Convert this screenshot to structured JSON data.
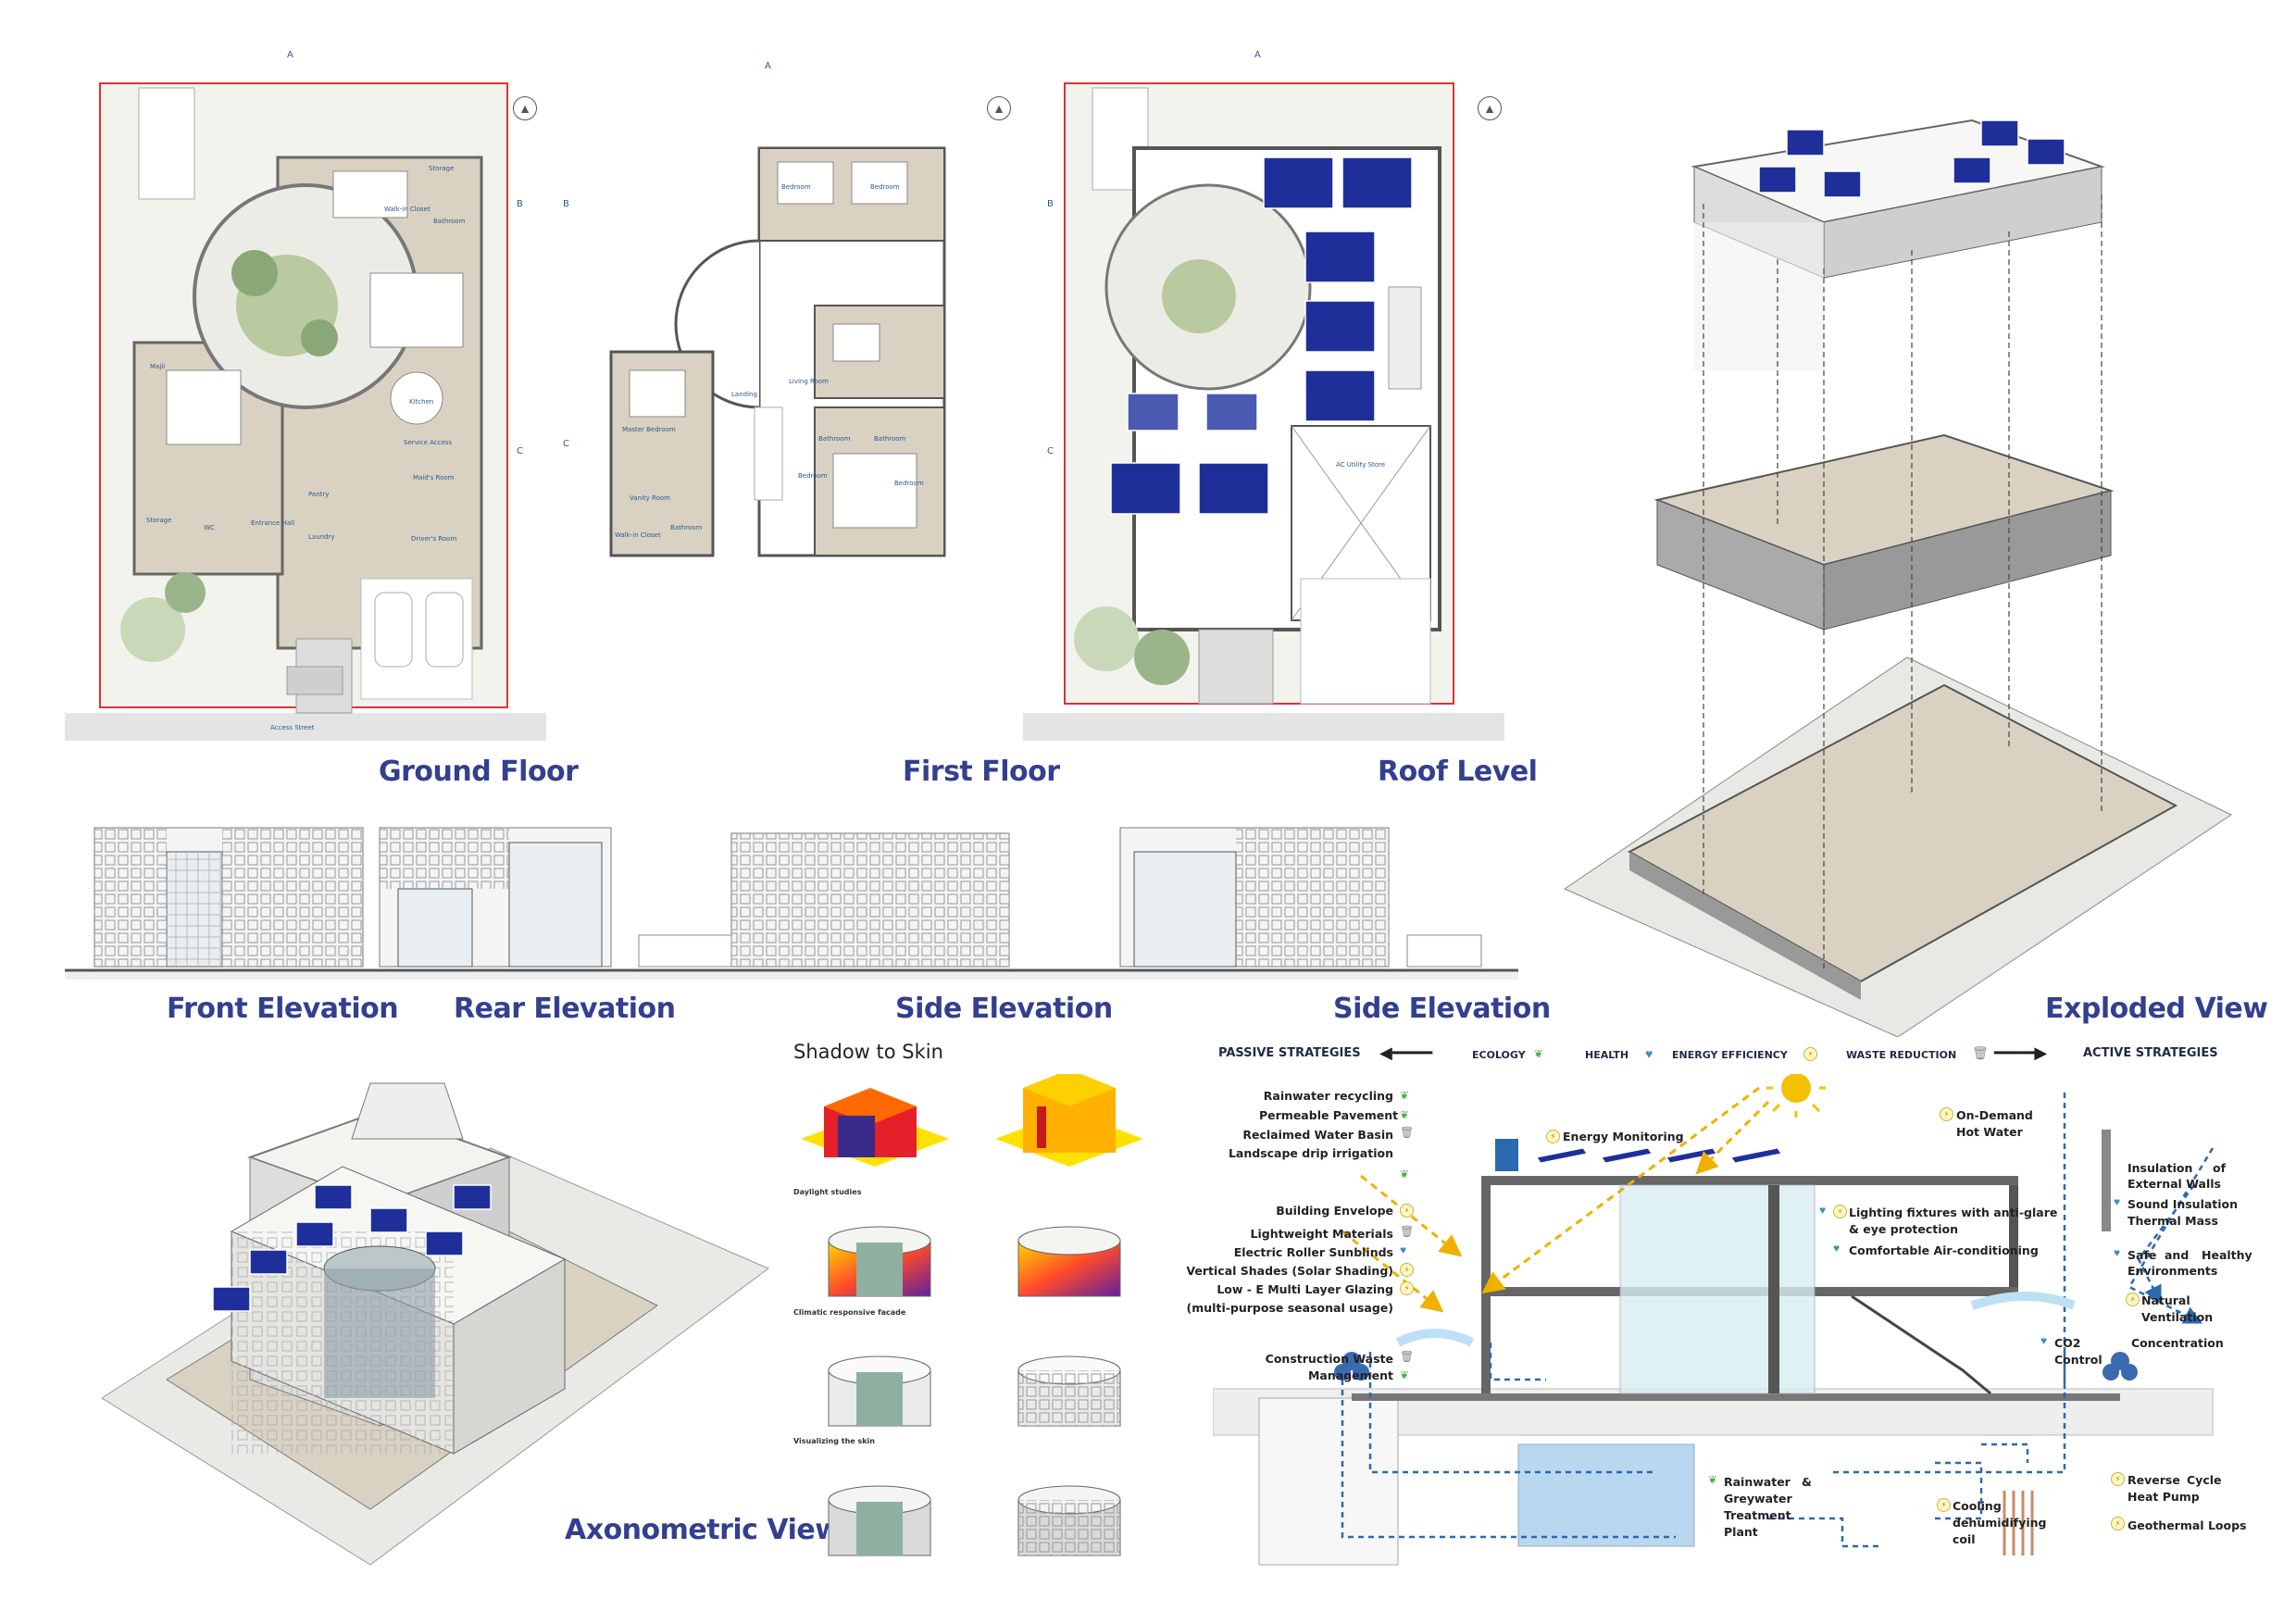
{
  "titles": {
    "ground_floor": "Ground Floor",
    "first_floor": "First Floor",
    "roof_level": "Roof Level",
    "front_elevation": "Front Elevation",
    "rear_elevation": "Rear Elevation",
    "side_elevation_1": "Side Elevation",
    "side_elevation_2": "Side Elevation",
    "exploded_view": "Exploded View",
    "axonometric_view": "Axonometric View",
    "shadow_to_skin": "Shadow to Skin"
  },
  "skin_captions": {
    "daylight": "Daylight studies",
    "climatic": "Climatic responsive facade",
    "visualizing": "Visualizing the skin"
  },
  "ground_rooms": {
    "storage1": "Storage",
    "walkin": "Walk-in Closet",
    "bathroom": "Bathroom",
    "majli": "Majli",
    "kitchen": "Kitchen",
    "service": "Service Access",
    "maid": "Maid's Room",
    "driver": "Driver's Room",
    "storage2": "Storage",
    "wc": "WC",
    "pantry": "Pantry",
    "laundry": "Laundry",
    "entrance": "Entrance Hall",
    "street": "Access Street"
  },
  "first_rooms": {
    "bed1": "Bedroom",
    "bed2": "Bedroom",
    "living": "Living Room",
    "landing": "Landing",
    "master": "Master Bedroom",
    "bath1": "Bathroom",
    "bath2": "Bathroom",
    "bed3": "Bedroom",
    "bed4": "Bedroom",
    "vanity": "Vanity Room",
    "walkin": "Walk-in Closet",
    "bath3": "Bathroom"
  },
  "roof_rooms": {
    "ac": "AC Utility Store"
  },
  "section_marks": {
    "a": "A",
    "b": "B",
    "c": "C"
  },
  "strategy_bar": {
    "passive": "PASSIVE STRATEGIES",
    "ecology": "ECOLOGY",
    "health": "HEALTH",
    "energy": "ENERGY EFFICIENCY",
    "waste": "WASTE REDUCTION",
    "active": "ACTIVE STRATEGIES"
  },
  "passive_list": {
    "rain": "Rainwater recycling",
    "pave": "Permeable Pavement",
    "basin": "Reclaimed Water Basin",
    "drip": "Landscape drip irrigation",
    "envelope": "Building Envelope",
    "light_mat": "Lightweight Materials",
    "roller": "Electric Roller Sunblinds",
    "vshade": "Vertical Shades (Solar Shading)",
    "lowe": "Low - E Multi Layer Glazing",
    "multi": "(multi-purpose seasonal usage)",
    "waste1": "Construction Waste",
    "waste2": "Management"
  },
  "active_list": {
    "monitor": "Energy Monitoring",
    "hot1": "On-Demand",
    "hot2": "Hot Water",
    "light1": "Lighting fixtures with anti-glare",
    "light2": "& eye protection",
    "aircon": "Comfortable Air-conditioning",
    "ins1": "Insulation",
    "ins_of": "of",
    "ins2": "External Walls",
    "sound": "Sound Insulation",
    "thermal": "Thermal Mass",
    "safe1": "Safe",
    "safe_and": "and",
    "safe_healthy": "Healthy",
    "safe2": "Environments",
    "nat1": "Natural",
    "nat2": "Ventilation",
    "co2a": "CO2",
    "co2_conc": "Concentration",
    "co2b": "Control",
    "grey1": "Rainwater",
    "grey_amp": "&",
    "grey2": "Greywater",
    "grey3": "Treatment",
    "grey4": "Plant",
    "cool1": "Cooling",
    "cool2": "dehumidifying",
    "cool3": "coil",
    "heat1": "Reverse",
    "heat_cycle": "Cycle",
    "heat2": "Heat Pump",
    "geo": "Geothermal Loops"
  },
  "colors": {
    "title": "#333f8f",
    "plan_border": "#dd3333",
    "solar_panel": "#1f2f9a",
    "sun": "#f5c000",
    "floor": "#d9d2c2"
  }
}
